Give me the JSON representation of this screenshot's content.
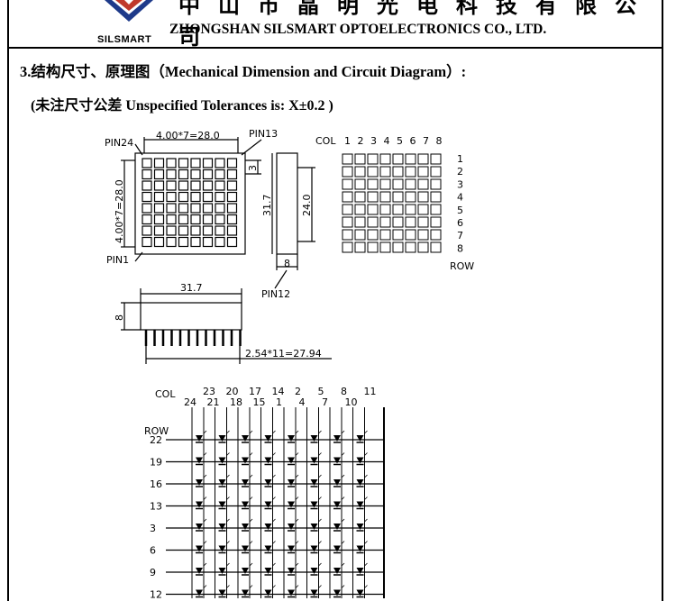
{
  "header": {
    "brand": "SILSMART",
    "company_cn": "中山市晶明光电科技有限公司",
    "company_en": "ZHONGSHAN SILSMART OPTOELECTRONICS CO., LTD."
  },
  "section": {
    "title": "3.结构尺寸、原理图（Mechanical Dimension and Circuit Diagram）:",
    "tolerance": "(未注尺寸公差  Unspecified Tolerances is: X±0.2   )"
  },
  "front_view": {
    "pin24": "PIN24",
    "pin13": "PIN13",
    "pin1": "PIN1",
    "pin12": "PIN12",
    "width_dim": "4.00*7=28.0",
    "height_dim": "4.00*7=28.0",
    "small_dim": "3"
  },
  "side_view": {
    "height": "31.7",
    "inner": "24.0",
    "depth": "8"
  },
  "bottom_view": {
    "width": "31.7",
    "height": "8",
    "pitch": "2.54*11=27.94"
  },
  "matrix": {
    "col_label": "COL",
    "cols": [
      "1",
      "2",
      "3",
      "4",
      "5",
      "6",
      "7",
      "8"
    ],
    "rows": [
      "1",
      "2",
      "3",
      "4",
      "5",
      "6",
      "7",
      "8"
    ],
    "row_label": "ROW"
  },
  "circuit": {
    "col_label": "COL",
    "row_label": "ROW",
    "col_pins_top": [
      "23",
      "20",
      "17",
      "14",
      "2",
      "5",
      "8",
      "11"
    ],
    "col_pins_bottom": [
      "24",
      "21",
      "18",
      "15",
      "1",
      "4",
      "7",
      "10"
    ],
    "row_pins": [
      "22",
      "19",
      "16",
      "13",
      "3",
      "6",
      "9",
      "12"
    ]
  }
}
